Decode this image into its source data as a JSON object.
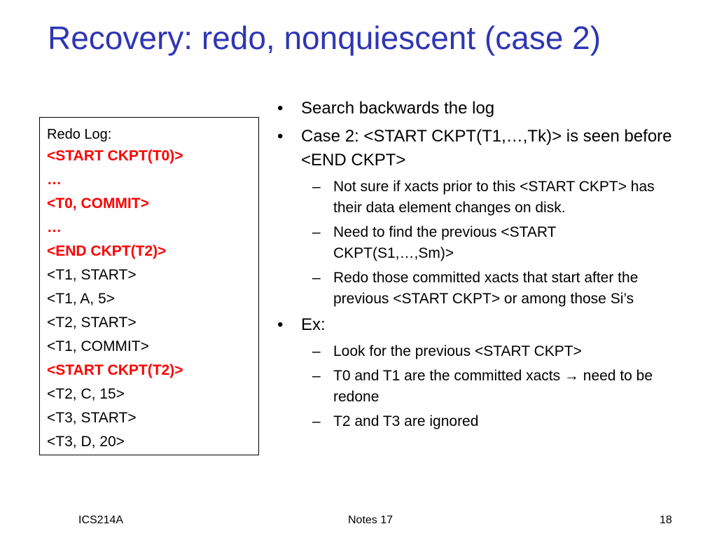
{
  "slide": {
    "title": "Recovery: redo, nonquiescent (case 2)",
    "log": {
      "header": "Redo Log:",
      "lines": [
        {
          "text": "<START CKPT(T0)>",
          "highlight": true
        },
        {
          "text": "…",
          "highlight": true
        },
        {
          "text": "<T0, COMMIT>",
          "highlight": true
        },
        {
          "text": "…",
          "highlight": true
        },
        {
          "text": "<END CKPT(T2)>",
          "highlight": true
        },
        {
          "text": "<T1, START>",
          "highlight": false
        },
        {
          "text": "<T1, A, 5>",
          "highlight": false
        },
        {
          "text": "<T2, START>",
          "highlight": false
        },
        {
          "text": "<T1, COMMIT>",
          "highlight": false
        },
        {
          "text": "<START CKPT(T2)>",
          "highlight": true
        },
        {
          "text": "<T2, C, 15>",
          "highlight": false
        },
        {
          "text": "<T3, START>",
          "highlight": false
        },
        {
          "text": "<T3, D, 20>",
          "highlight": false
        }
      ]
    },
    "bullets": [
      {
        "level": 1,
        "text": "Search backwards the log"
      },
      {
        "level": 1,
        "text": "Case 2: <START CKPT(T1,…,Tk)> is seen before <END CKPT>"
      },
      {
        "level": 2,
        "text": "Not sure if xacts prior to this <START CKPT> has their data element changes on disk."
      },
      {
        "level": 2,
        "text": "Need to find the previous <START CKPT(S1,…,Sm)>"
      },
      {
        "level": 2,
        "text": "Redo those committed xacts that start after the previous <START CKPT> or among those Si’s"
      },
      {
        "level": 1,
        "text": "Ex:"
      },
      {
        "level": 2,
        "text": "Look for the previous <START CKPT>"
      },
      {
        "level": 2,
        "text": "T0 and T1 are the committed xacts → need to be redone"
      },
      {
        "level": 2,
        "text": "T2 and T3 are ignored"
      }
    ],
    "bullet_marks": {
      "level1": "•",
      "level2": "–"
    },
    "footer": {
      "left": "ICS214A",
      "center": "Notes 17",
      "right": "18"
    },
    "colors": {
      "title": "#2e36b4",
      "highlight": "#ff0000"
    }
  }
}
